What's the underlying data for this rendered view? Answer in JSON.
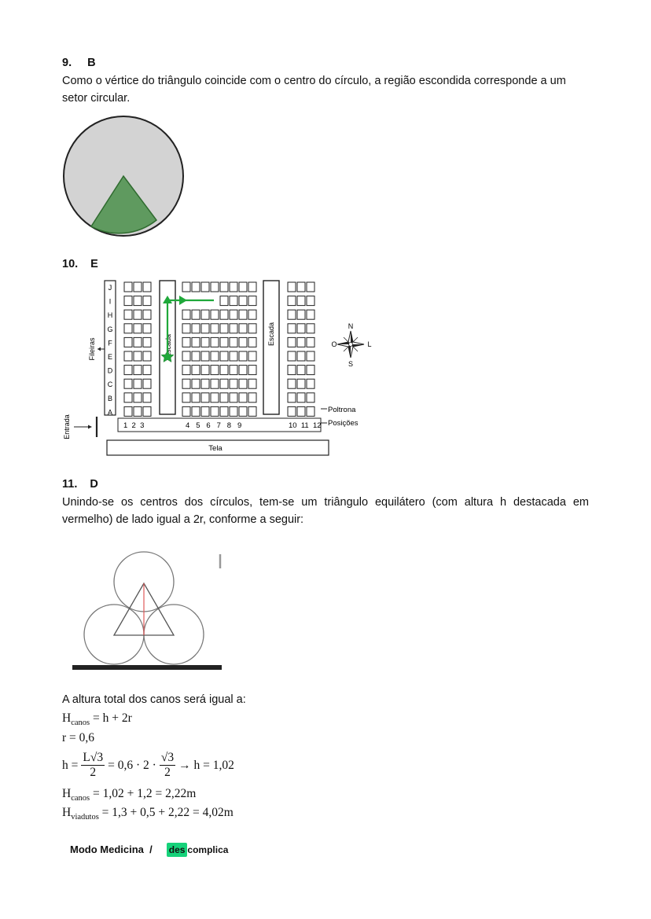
{
  "q9": {
    "number": "9.",
    "answer": "B",
    "text": "Como o vértice do triângulo coincide com o centro do círculo, a região escondida corresponde a um setor circular."
  },
  "q10": {
    "number": "10.",
    "answer": "E",
    "rows": [
      "J",
      "I",
      "H",
      "G",
      "F",
      "E",
      "D",
      "C",
      "B",
      "A"
    ],
    "positions_left": "1  2  3",
    "positions_mid": "4   5   6   7   8   9",
    "positions_right": "10  11  12",
    "labels": {
      "fileiras": "Fileiras",
      "entrada": "Entrada",
      "escada_left": "Escada",
      "escada_right": "Escada",
      "poltrona": "Poltrona",
      "posicoes": "Posições",
      "tela": "Tela"
    },
    "compass": {
      "n": "N",
      "s": "S",
      "o": "O",
      "l": "L"
    }
  },
  "q11": {
    "number": "11.",
    "answer": "D",
    "text": "Unindo-se os centros dos círculos, tem-se um triângulo equilátero (com altura h destacada em vermelho) de lado igual a 2r, conforme a seguir:",
    "total_intro": "A altura total dos canos será igual a:",
    "eq1_lhs": "H",
    "eq1_sub": "canos",
    "eq1_rhs": " = h + 2r",
    "eq2": "r = 0,6",
    "eq3_h": "h =",
    "eq3_num1": "L√3",
    "eq3_den1": "2",
    "eq3_mid": "= 0,6 · 2 ·",
    "eq3_num2": "√3",
    "eq3_den2": "2",
    "eq3_end": "→ h = 1,02",
    "eq4_lhs": "H",
    "eq4_sub": "canos",
    "eq4_rhs": " = 1,02 + 1,2 = 2,22m",
    "eq5_lhs": "H",
    "eq5_sub": "viadutos",
    "eq5_rhs": " = 1,3 + 0,5 + 2,22 = 4,02m"
  },
  "footer": {
    "brand": "Modo Medicina  /",
    "logo_des": "des",
    "logo_rest": "complica"
  },
  "colors": {
    "sector": "#5f9a5f",
    "circle_fill": "#d3d3d3",
    "path_green": "#1fa83a",
    "red_height": "#e05a5a",
    "logo_green": "#16d27a"
  }
}
